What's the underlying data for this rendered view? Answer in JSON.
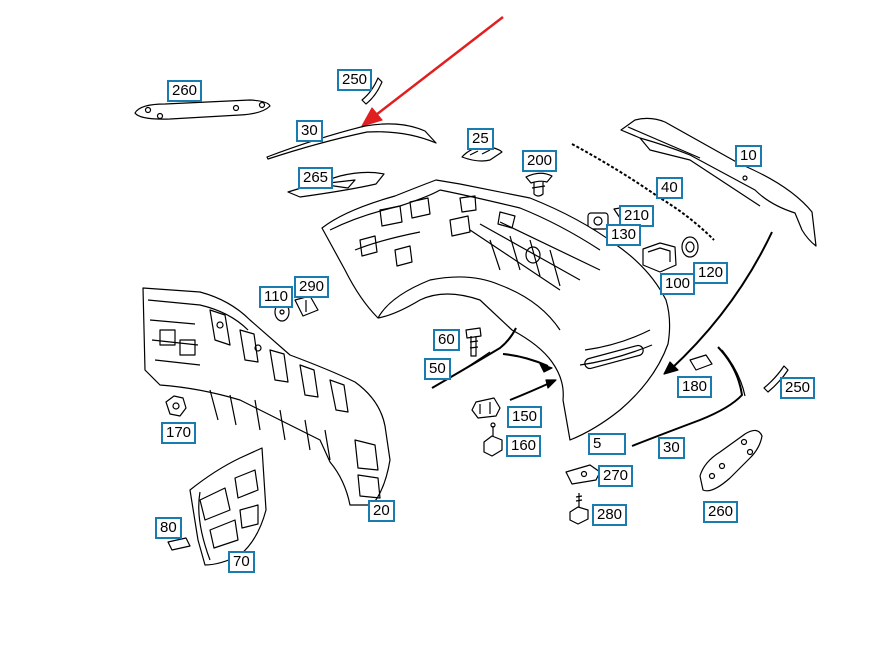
{
  "callouts": {
    "c260_top": "260",
    "c250_top": "250",
    "c30_top": "30",
    "c25": "25",
    "c200": "200",
    "c265": "265",
    "c10": "10",
    "c40": "40",
    "c210": "210",
    "c130": "130",
    "c120": "120",
    "c100": "100",
    "c110": "110",
    "c290": "290",
    "c60": "60",
    "c50": "50",
    "c170": "170",
    "c150": "150",
    "c160": "160",
    "c5": "5",
    "c180": "180",
    "c250_right": "250",
    "c30_bottom": "30",
    "c270": "270",
    "c280": "280",
    "c260_bottom": "260",
    "c20": "20",
    "c80": "80",
    "c70": "70"
  },
  "colors": {
    "callout_border": "#1a7bb0",
    "arrow": "#e02020",
    "line": "#000000"
  }
}
